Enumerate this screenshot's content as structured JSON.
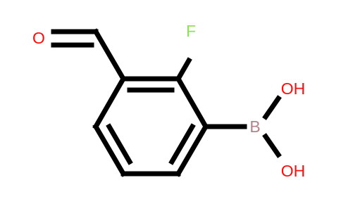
{
  "molecule": {
    "atoms": {
      "oxygen": "O",
      "fluorine": "F",
      "boron": "B",
      "hydroxyl_top": "OH",
      "hydroxyl_bottom": "OH"
    },
    "colors": {
      "oxygen": "#ff0d0d",
      "fluorine": "#90e050",
      "boron": "#b5838b",
      "bond": "#000000"
    }
  }
}
